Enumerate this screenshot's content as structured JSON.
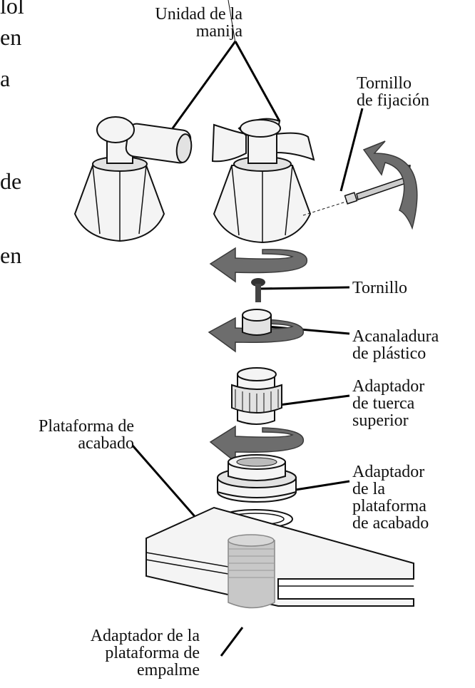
{
  "labels": {
    "handle_unit": "Unidad de la\nmanija",
    "set_screw": "Tornillo\nde fijación",
    "screw": "Tornillo",
    "plastic_spline": "Acanaladura\nde plástico",
    "top_nut_adapter": "Adaptador\nde tuerca\nsuperior",
    "finish_deck": "Plataforma de\nacabado",
    "finish_deck_adapter": "Adaptador\nde la\nplataforma\nde acabado",
    "joint_deck_adapter": "Adaptador de la\nplataforma de\nempalme"
  },
  "cropped_text": {
    "line1": "lol",
    "line2": "en",
    "line3": "a",
    "line4": "de",
    "line5": "en"
  },
  "icons": [
    "rotation-arrow-icon",
    "allen-key-icon",
    "faucet-handle-icon"
  ],
  "colors": {
    "arrow": "#6d6d6d",
    "line": "#000000",
    "part_fill": "#f4f4f4"
  }
}
